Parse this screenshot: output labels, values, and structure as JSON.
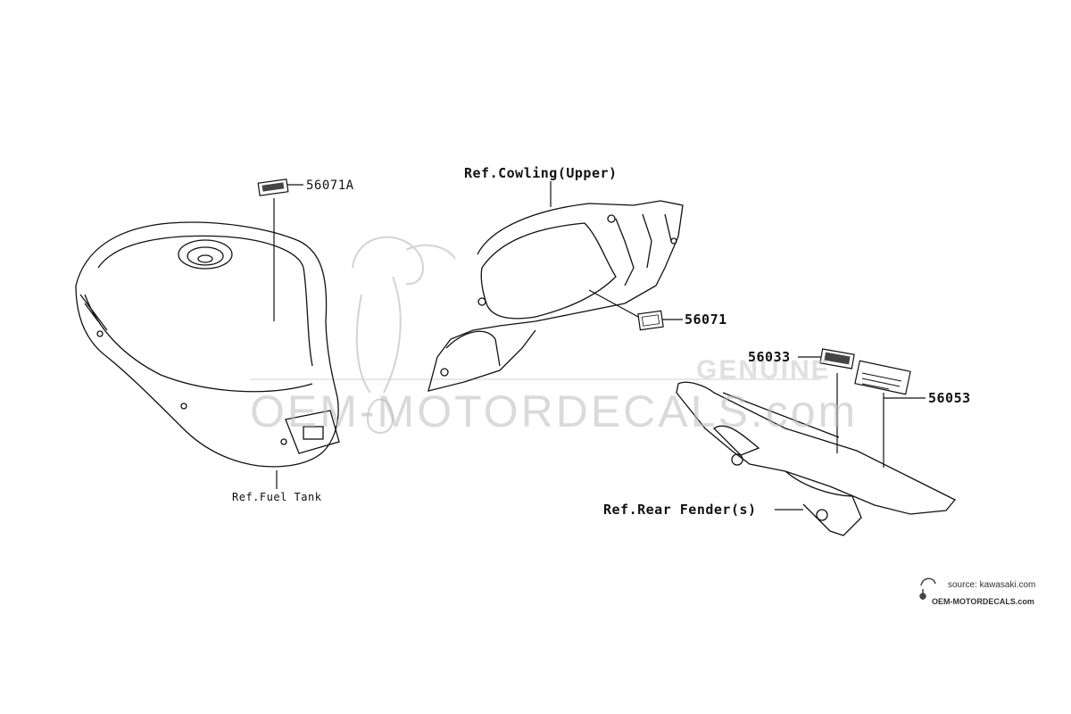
{
  "watermark": {
    "main_text": "OEM-MOTORDECALS.com",
    "genuine_text": "GENUINE"
  },
  "parts": {
    "tank_decal": "56071A",
    "cowling_decal": "56071",
    "fender_decal_left": "56033",
    "fender_decal_right": "56053"
  },
  "references": {
    "fuel_tank": "Ref.Fuel Tank",
    "cowling": "Ref.Cowling(Upper)",
    "rear_fender": "Ref.Rear Fender(s)"
  },
  "source": {
    "credit": "source: kawasaki.com",
    "site": "OEM-MOTORDECALS.com"
  },
  "colors": {
    "line": "#111111",
    "watermark": "#bdbdbd"
  }
}
